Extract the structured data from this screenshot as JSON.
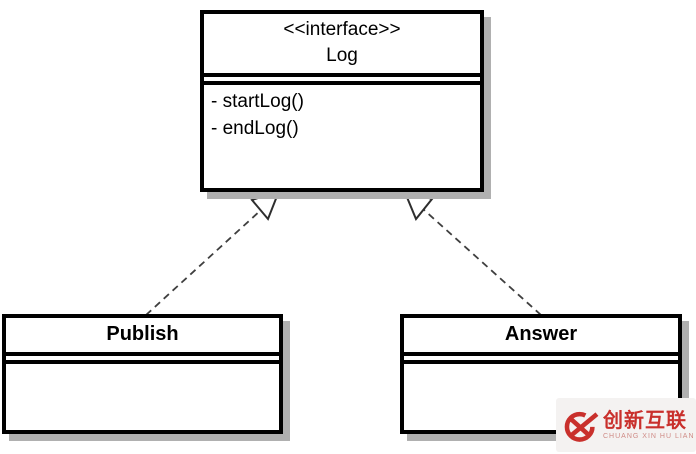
{
  "diagram": {
    "type": "uml-class-diagram",
    "interface_box": {
      "stereotype": "<<interface>>",
      "name": "Log",
      "methods": [
        "- startLog()",
        "- endLog()"
      ]
    },
    "classes": [
      {
        "name": "Publish"
      },
      {
        "name": "Answer"
      }
    ],
    "relations": [
      {
        "from": "Publish",
        "to": "Log",
        "type": "realization",
        "style": "dashed-line-hollow-triangle"
      },
      {
        "from": "Answer",
        "to": "Log",
        "type": "realization",
        "style": "dashed-line-hollow-triangle"
      }
    ]
  },
  "watermark": {
    "icon": "cx-logo-icon",
    "brand_text": "创新互联",
    "brand_subtext": "CHUANG XIN HU LIAN"
  },
  "colors": {
    "background": "#ffffff",
    "box_border": "#000000",
    "box_fill": "#ffffff",
    "box_shadow": "#b0b0b0",
    "dash_line": "#3f3f3f",
    "watermark_panel_bg": "#f4f2f1",
    "watermark_brand": "#c9302c"
  }
}
